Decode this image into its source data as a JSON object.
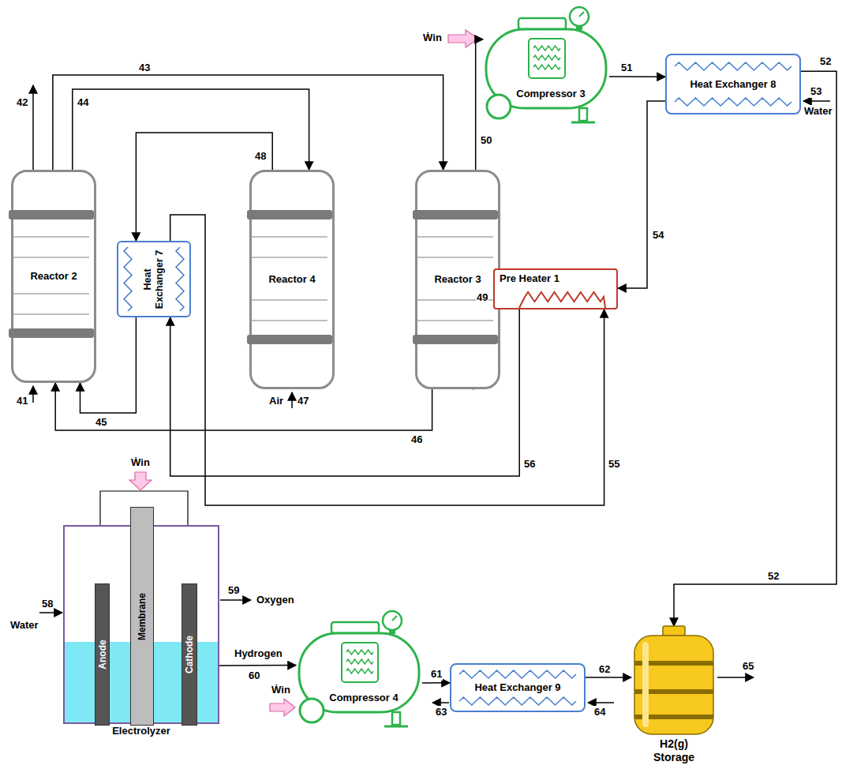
{
  "diagram": {
    "nodes": [
      {
        "text": [
          "Reactor 2"
        ]
      },
      {
        "text": [
          "Heat Exchanger 7"
        ]
      },
      {
        "text": [
          "Reactor 4"
        ]
      },
      {
        "text": [
          "Reactor 3"
        ]
      },
      {
        "text": [
          "Compressor 3"
        ]
      },
      {
        "text": [
          "Heat Exchanger 8"
        ]
      },
      {
        "text": [
          "Pre Heater 1"
        ]
      },
      {
        "text": [
          "Electrolyzer"
        ]
      },
      {
        "text": [
          "Anode"
        ],
        "in": 7
      },
      {
        "text": [
          "Membrane"
        ],
        "in": 7
      },
      {
        "text": [
          "Cathode"
        ],
        "in": 7
      },
      {
        "text": [
          "Compressor 4"
        ]
      },
      {
        "text": [
          "Heat Exchanger 9"
        ]
      },
      {
        "text": [
          "H2(g) Storage"
        ]
      }
    ],
    "edges": [
      {
        "from": 0,
        "to": 3,
        "arrow": "to",
        "label": "43"
      },
      {
        "from": 0,
        "to": 2,
        "arrow": "to",
        "label": "44"
      },
      {
        "from": 2,
        "to": 1,
        "arrow": "to",
        "label": "48"
      },
      {
        "from": 1,
        "to": 0,
        "arrow": "to",
        "label": "45"
      },
      {
        "from": 3,
        "to": 0,
        "arrow": "to",
        "label": "46"
      },
      {
        "from": 3,
        "to": 4,
        "arrow": "to",
        "label": "50"
      },
      {
        "from": 4,
        "to": 5,
        "arrow": "to",
        "label": "51"
      },
      {
        "from": 5,
        "to": 13,
        "arrow": "to",
        "label": "52"
      },
      {
        "from": 5,
        "to": 6,
        "arrow": "to",
        "label": "54"
      },
      {
        "from": 6,
        "to": 3,
        "arrow": "to",
        "label": "49"
      },
      {
        "from": 6,
        "to": 1,
        "arrow": "to",
        "label": "56"
      },
      {
        "from": 1,
        "to": 6,
        "arrow": "to",
        "label": "55"
      },
      {
        "from": 7,
        "to": 11,
        "arrow": "to",
        "label": "60"
      },
      {
        "from": 11,
        "to": 12,
        "arrow": "to",
        "label": "61"
      },
      {
        "from": 12,
        "to": 13,
        "arrow": "to",
        "label": "62"
      }
    ],
    "labels": [
      "42",
      "41",
      "47",
      "Air",
      "53",
      "Water",
      "52",
      "Ẇin",
      "Ẇin",
      "58",
      "Water",
      "59",
      "Oxygen",
      "Hydrogen",
      "Ẇin",
      "63",
      "64",
      "65"
    ]
  }
}
